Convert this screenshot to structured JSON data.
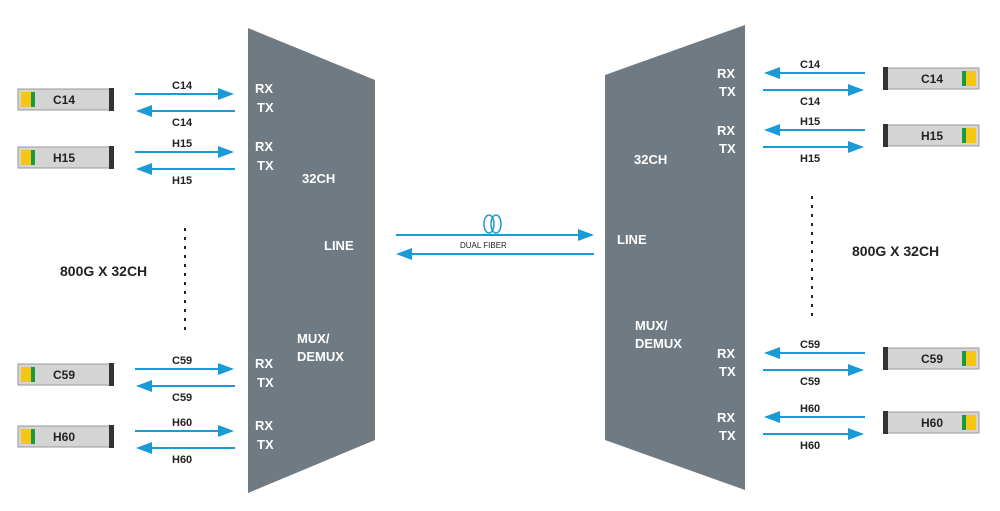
{
  "colors": {
    "mux": "#6f7a82",
    "arrow": "#1a9ad6",
    "module": "#d4d4d4",
    "latch": "#f5c518",
    "led": "#1a9a3a"
  },
  "left": {
    "title": "32CH",
    "line": "LINE",
    "mux": [
      "MUX/",
      "DEMUX"
    ],
    "capacity": "800G X 32CH",
    "channels": [
      {
        "name": "C14",
        "rx": "RX",
        "tx": "TX"
      },
      {
        "name": "H15",
        "rx": "RX",
        "tx": "TX"
      },
      {
        "name": "C59",
        "rx": "RX",
        "tx": "TX"
      },
      {
        "name": "H60",
        "rx": "RX",
        "tx": "TX"
      }
    ]
  },
  "right": {
    "title": "32CH",
    "line": "LINE",
    "mux": [
      "MUX/",
      "DEMUX"
    ],
    "capacity": "800G X 32CH",
    "channels": [
      {
        "name": "C14",
        "rx": "RX",
        "tx": "TX"
      },
      {
        "name": "H15",
        "rx": "RX",
        "tx": "TX"
      },
      {
        "name": "C59",
        "rx": "RX",
        "tx": "TX"
      },
      {
        "name": "H60",
        "rx": "RX",
        "tx": "TX"
      }
    ]
  },
  "link": {
    "label": "DUAL FIBER",
    "icon": "fiber-coil-icon"
  }
}
